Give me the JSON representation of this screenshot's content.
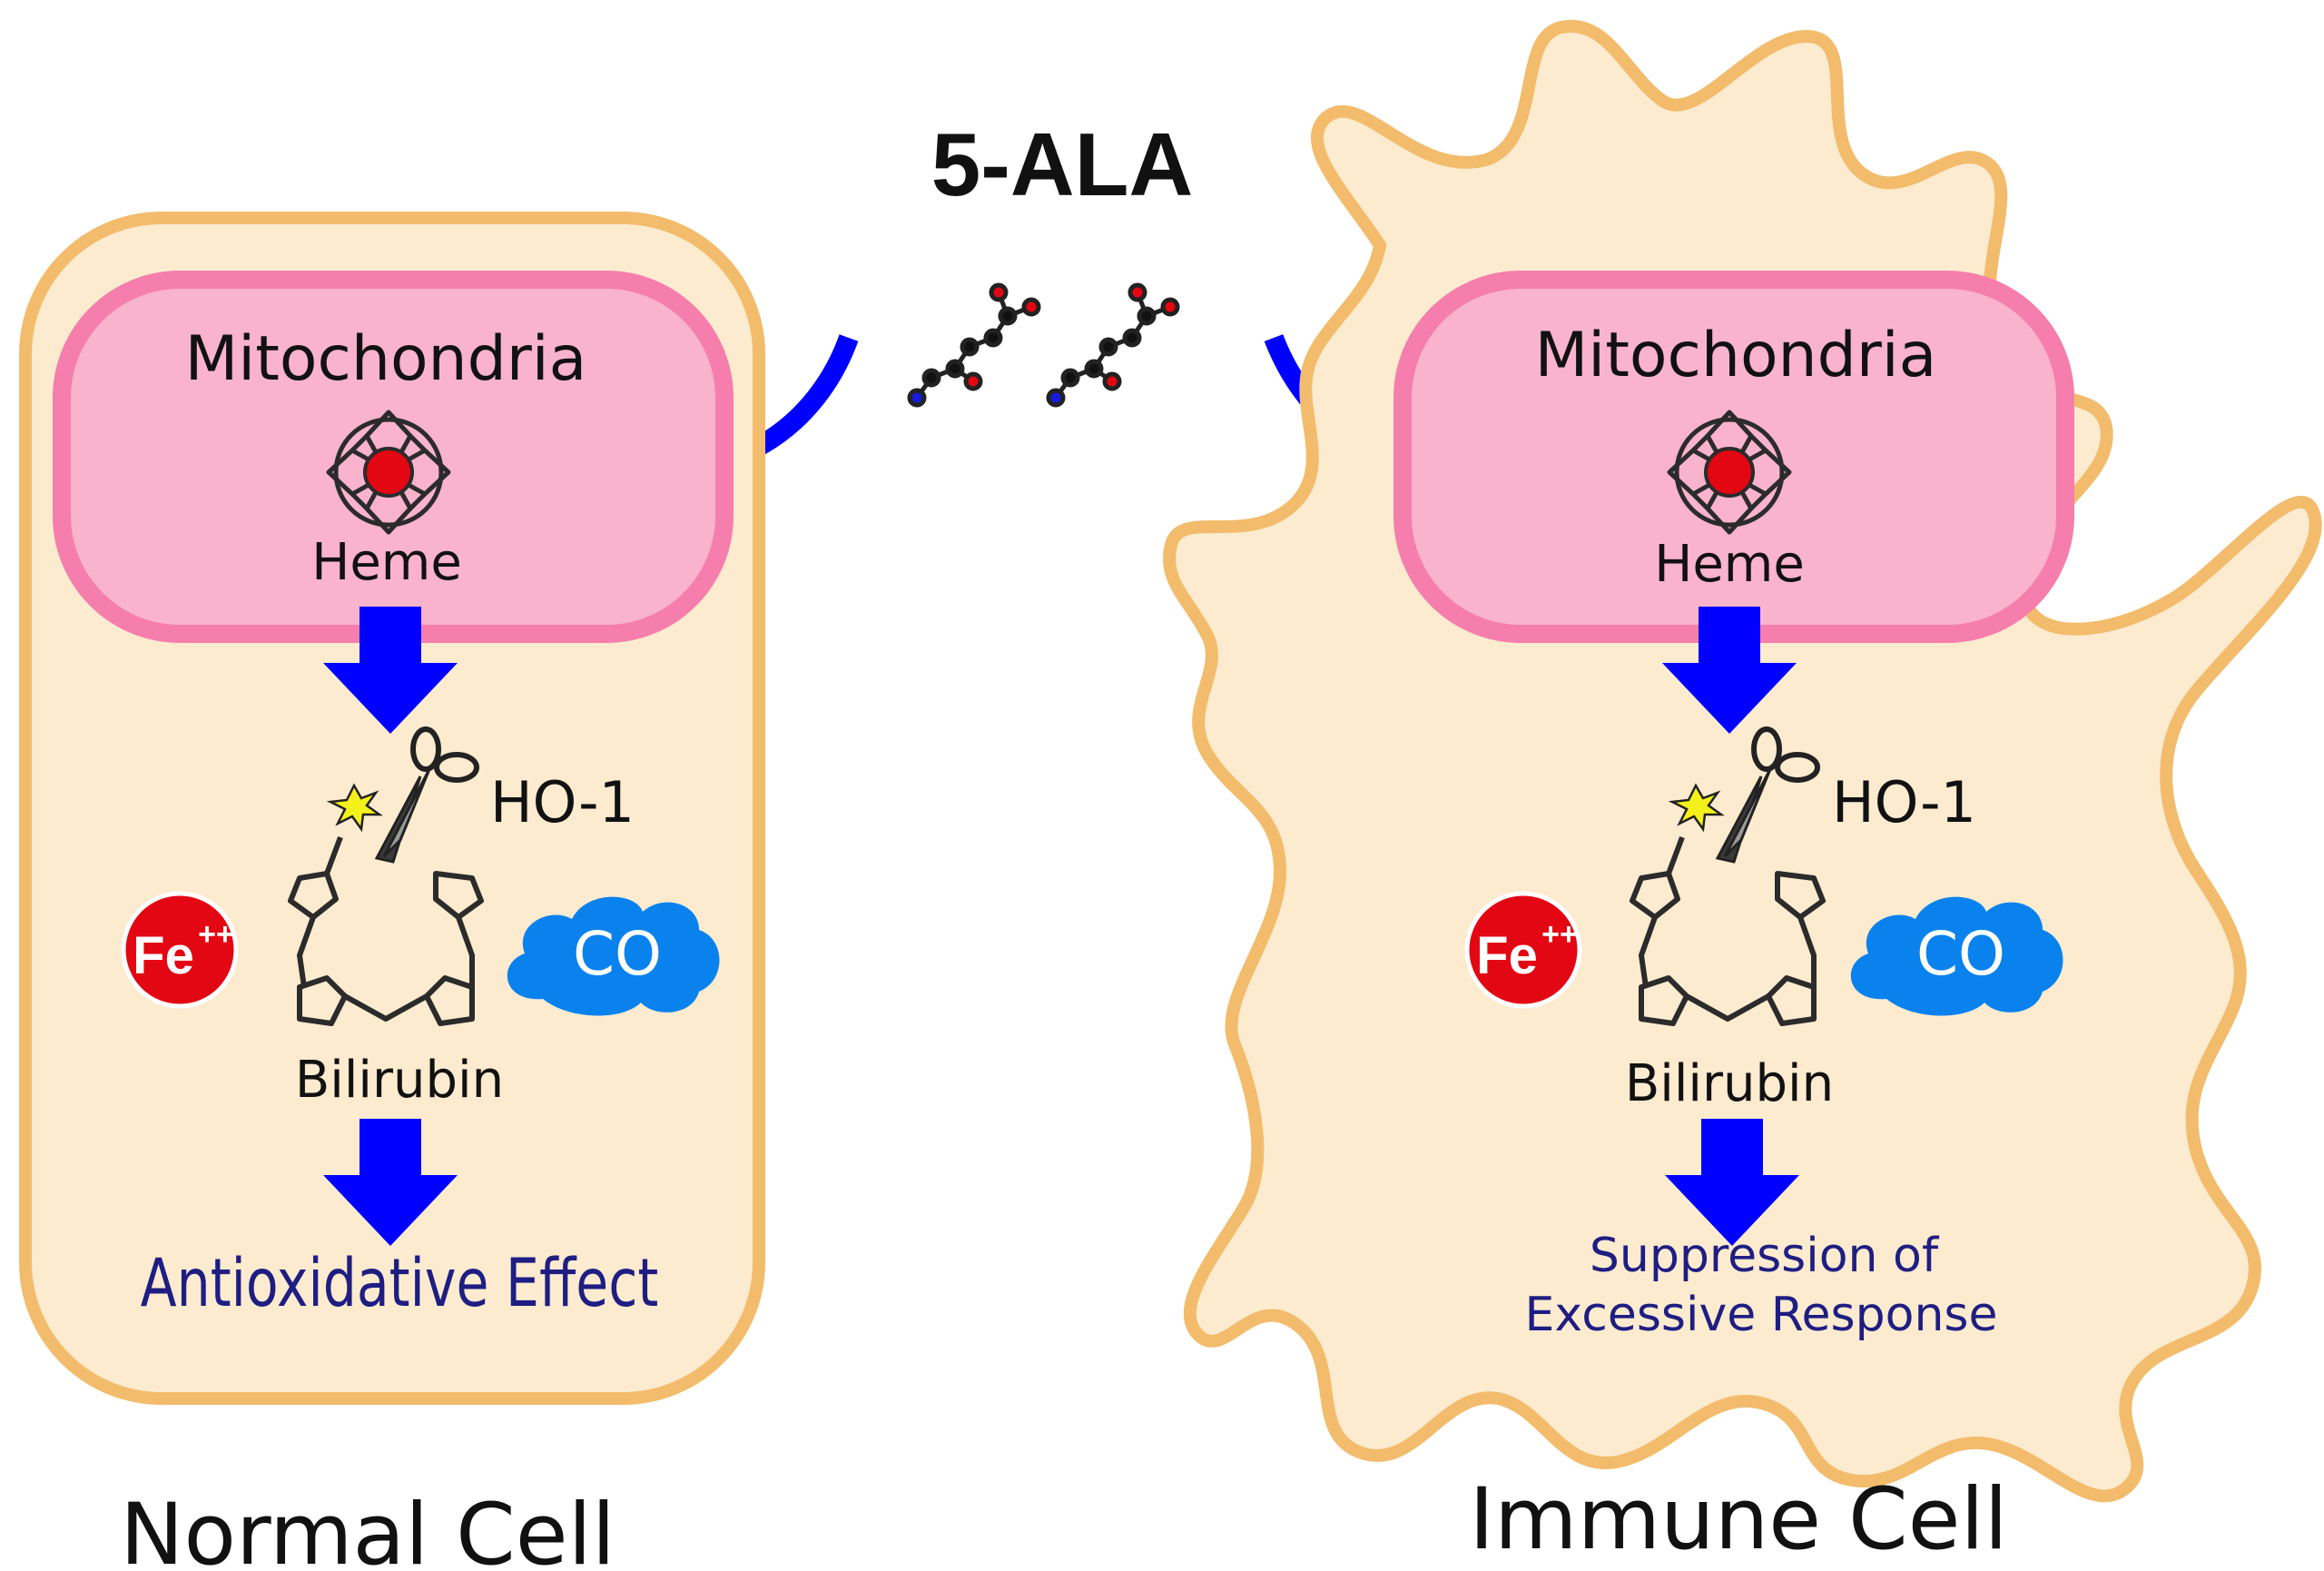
{
  "title": "5-ALA",
  "colors": {
    "cell_fill": "#fdebd0",
    "cell_stroke": "#f2bc6c",
    "mito_fill": "#f9b3cc",
    "mito_stroke": "#f57eac",
    "arrow": "#0000ff",
    "text_dark": "#111111",
    "effect_text": "#1e1e82",
    "fe_fill": "#e30613",
    "co_fill": "#0a82ee"
  },
  "normal_cell": {
    "label": "Normal Cell",
    "mitochondria": "Mitochondria",
    "heme": "Heme",
    "enzyme": "HO-1",
    "product": "Bilirubin",
    "iron": "Fe",
    "iron_charge": "++",
    "co": "CO",
    "effect": "Antioxidative Effect"
  },
  "immune_cell": {
    "label": "Immune Cell",
    "mitochondria": "Mitochondria",
    "heme": "Heme",
    "enzyme": "HO-1",
    "product": "Bilirubin",
    "iron": "Fe",
    "iron_charge": "++",
    "co": "CO",
    "effect_line1": "Suppression of",
    "effect_line2": "Excessive Response"
  },
  "icons": [
    "molecule-icon",
    "heme-icon",
    "scissors-icon",
    "spark-icon",
    "bilirubin-icon",
    "arrow-icon"
  ]
}
